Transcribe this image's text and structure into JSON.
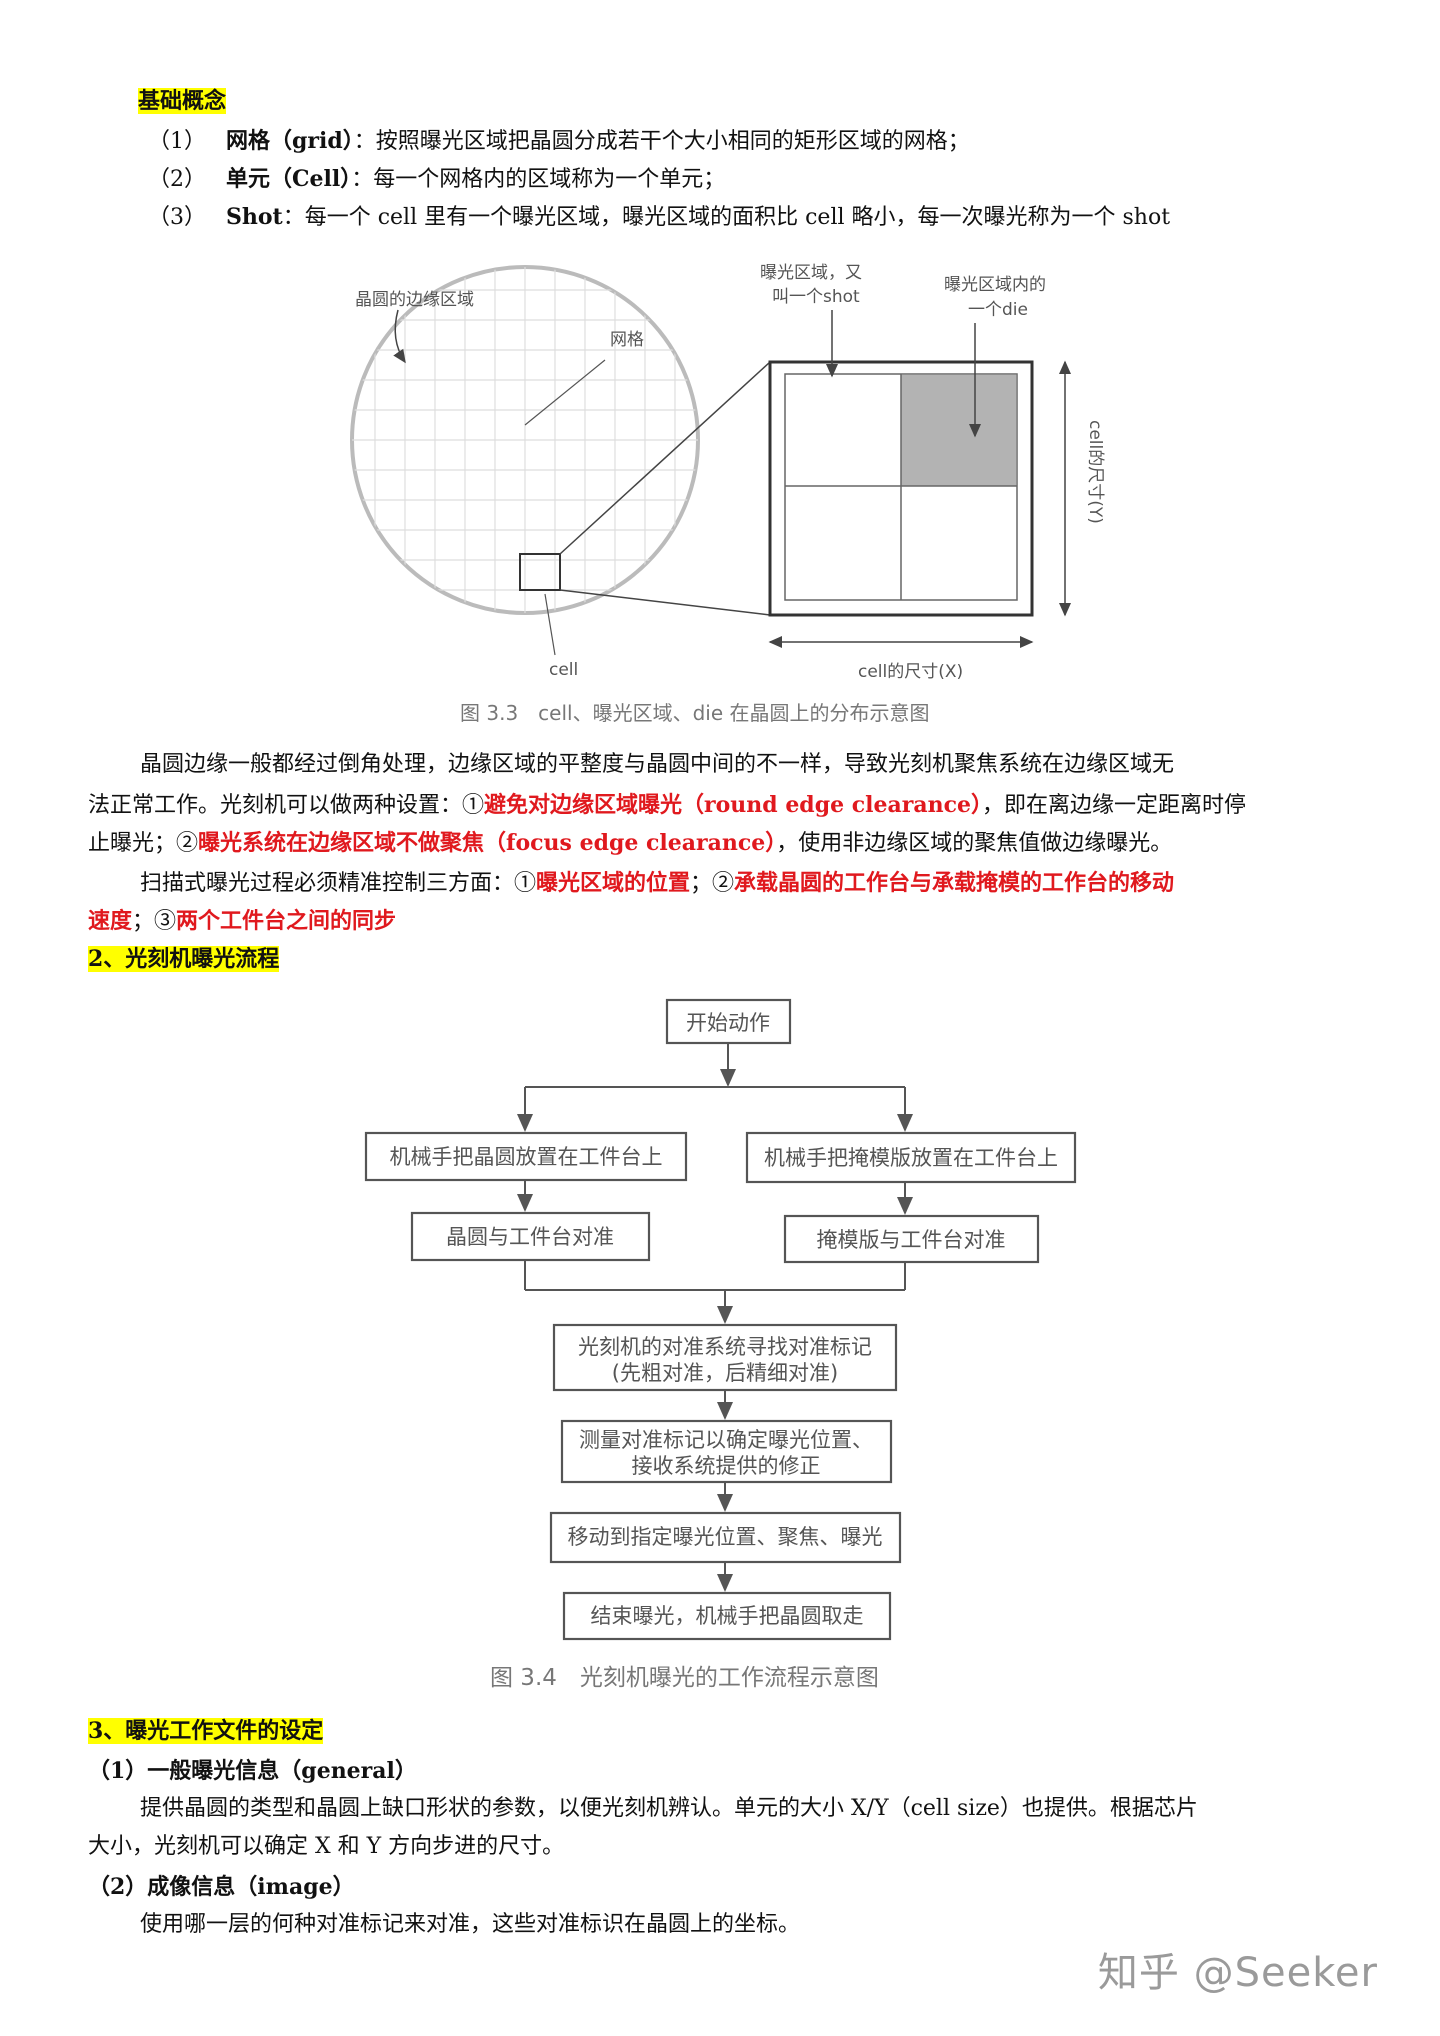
{
  "section_basic": {
    "heading": "基础概念"
  },
  "definitions": [
    {
      "num": "（1）",
      "term": "网格（grid）",
      "text": "：按照曝光区域把晶圆分成若干个大小相同的矩形区域的网格；"
    },
    {
      "num": "（2）",
      "term": "单元（Cell）",
      "text": "：每一个网格内的区域称为一个单元；"
    },
    {
      "num": "（3）",
      "term": "Shot",
      "text": "：每一个 cell 里有一个曝光区域，曝光区域的面积比 cell 略小，每一次曝光称为一个 shot"
    }
  ],
  "fig33": {
    "label_edge": "晶圆的边缘区域",
    "label_grid": "网格",
    "label_cell": "cell",
    "label_shot_1": "曝光区域，又",
    "label_shot_2": "叫一个shot",
    "label_die_1": "曝光区域内的",
    "label_die_2": "一个die",
    "label_y": "cell的尺寸(Y)",
    "label_x": "cell的尺寸(X)",
    "caption": "图 3.3　cell、曝光区域、die 在晶圆上的分布示意图"
  },
  "para1": {
    "l1": "晶圆边缘一般都经过倒角处理，边缘区域的平整度与晶圆中间的不一样，导致光刻机聚焦系统在边缘区域无",
    "l2a": "法正常工作。光刻机可以做两种设置：①",
    "l2b": "避免对边缘区域曝光（round edge clearance）",
    "l2c": "，即在离边缘一定距离时停",
    "l3a": "止曝光；②",
    "l3b": "曝光系统在边缘区域不做聚焦（focus edge clearance）",
    "l3c": "，使用非边缘区域的聚焦值做边缘曝光。"
  },
  "para2": {
    "l1a": "扫描式曝光过程必须精准控制三方面：①",
    "l1b": "曝光区域的位置",
    "l1c": "；②",
    "l1d": "承载晶圆的工作台与承载掩模的工作台的移动",
    "l2a": "速度",
    "l2b": "；③",
    "l2c": "两个工件台之间的同步"
  },
  "section2": {
    "heading": "2、光刻机曝光流程"
  },
  "fig34": {
    "start": "开始动作",
    "left1": "机械手把晶圆放置在工件台上",
    "right1": "机械手把掩模版放置在工件台上",
    "left2": "晶圆与工件台对准",
    "right2": "掩模版与工件台对准",
    "step3_1": "光刻机的对准系统寻找对准标记",
    "step3_2": "(先粗对准，后精细对准)",
    "step4_1": "测量对准标记以确定曝光位置、",
    "step4_2": "接收系统提供的修正",
    "step5": "移动到指定曝光位置、聚焦、曝光",
    "step6": "结束曝光，机械手把晶圆取走",
    "caption": "图 3.4　光刻机曝光的工作流程示意图"
  },
  "section3": {
    "heading": "3、曝光工作文件的设定"
  },
  "sub1": {
    "heading": "（1）一般曝光信息（general）"
  },
  "sub1_text": {
    "l1": "提供晶圆的类型和晶圆上缺口形状的参数，以便光刻机辨认。单元的大小 X/Y（cell size）也提供。根据芯片",
    "l2": "大小，光刻机可以确定 X 和 Y 方向步进的尺寸。"
  },
  "sub2": {
    "heading": "（2）成像信息（image）"
  },
  "sub2_text": {
    "l1": "使用哪一层的何种对准标记来对准，这些对准标识在晶圆上的坐标。"
  },
  "watermark": "知乎 @Seeker"
}
